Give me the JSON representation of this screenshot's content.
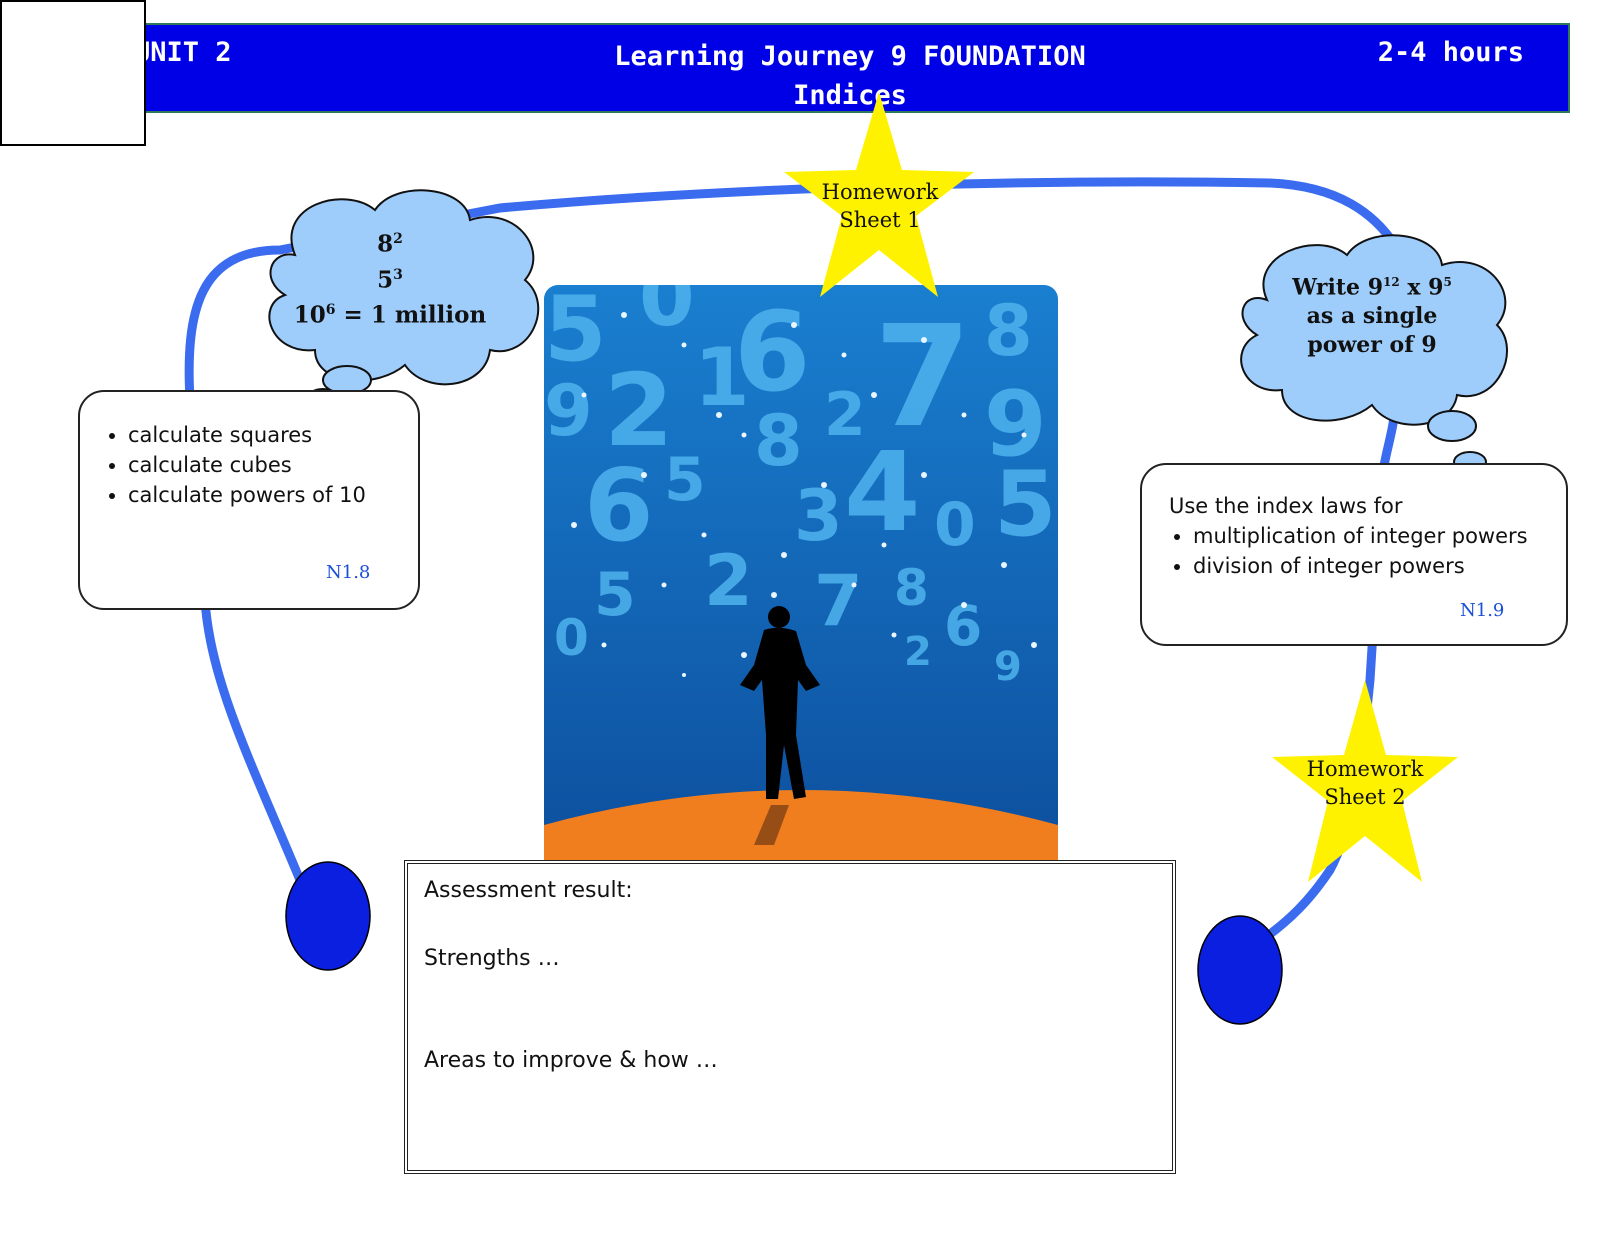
{
  "header": {
    "unit": "UNIT 2",
    "title_line1": "Learning Journey 9 FOUNDATION",
    "title_line2": "Indices",
    "hours": "2-4 hours",
    "bg_color": "#0000e6"
  },
  "cloud_left": {
    "line1_base": "8",
    "line1_exp": "2",
    "line2_base": "5",
    "line2_exp": "3",
    "line3_base": "10",
    "line3_exp": "6",
    "line3_rest": " = 1 million"
  },
  "cloud_right": {
    "prefix": "Write ",
    "base1": "9",
    "exp1": "12",
    "mid": " x ",
    "base2": "9",
    "exp2": "5",
    "line2": "as a single",
    "line3": "power of 9"
  },
  "box_left": {
    "items": [
      "calculate squares",
      "calculate cubes",
      "calculate powers of 10"
    ],
    "ref": "N1.8"
  },
  "box_right": {
    "intro": "Use the index laws for",
    "items": [
      "multiplication of integer powers",
      "division of integer powers"
    ],
    "ref": "N1.9"
  },
  "star_1": {
    "line1": "Homework",
    "line2": "Sheet 1"
  },
  "star_2": {
    "line1": "Homework",
    "line2": "Sheet 2"
  },
  "assessment": {
    "result": "Assessment result:",
    "strengths": "Strengths …",
    "improve": "Areas to improve & how …"
  },
  "colors": {
    "path": "#3b6cf0",
    "cloud_fill": "#9fcdfb",
    "star_fill": "#fff200",
    "milestone": "#0a1fe0"
  }
}
